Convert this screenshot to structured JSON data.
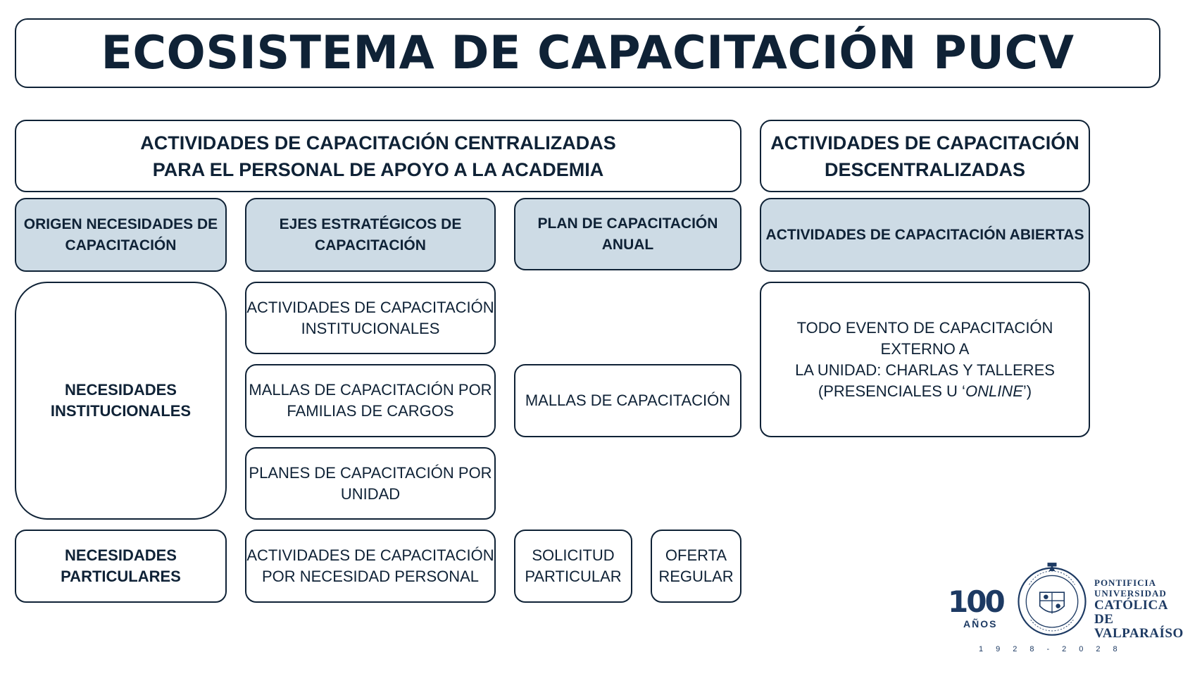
{
  "title": "ECOSISTEMA DE CAPACITACIÓN PUCV",
  "centralized": {
    "header_line1": "ACTIVIDADES DE CAPACITACIÓN CENTRALIZADAS",
    "header_line2": "PARA EL PERSONAL DE APOYO A LA ACADEMIA",
    "columns": {
      "origin": {
        "line1": "ORIGEN NECESIDADES DE",
        "line2": "CAPACITACIÓN"
      },
      "axes": {
        "line1": "EJES ESTRATÉGICOS DE",
        "line2": "CAPACITACIÓN"
      },
      "plan": {
        "line1": "PLAN DE CAPACITACIÓN",
        "line2": "ANUAL"
      }
    },
    "institutional_needs": {
      "line1": "NECESIDADES",
      "line2": "INSTITUCIONALES"
    },
    "particular_needs": {
      "line1": "NECESIDADES",
      "line2": "PARTICULARES"
    },
    "axes_items": [
      {
        "line1": "ACTIVIDADES DE CAPACITACIÓN",
        "line2": "INSTITUCIONALES"
      },
      {
        "line1": "MALLAS DE CAPACITACIÓN POR",
        "line2": "FAMILIAS DE CARGOS"
      },
      {
        "line1": "PLANES DE CAPACITACIÓN POR",
        "line2": "UNIDAD"
      },
      {
        "line1": "ACTIVIDADES DE CAPACITACIÓN",
        "line2": "POR NECESIDAD PERSONAL"
      }
    ],
    "plan_items": {
      "mallas": "MALLAS DE CAPACITACIÓN",
      "solicitud": {
        "line1": "SOLICITUD",
        "line2": "PARTICULAR"
      },
      "oferta": {
        "line1": "OFERTA",
        "line2": "REGULAR"
      }
    }
  },
  "decentralized": {
    "header_line1": "ACTIVIDADES DE CAPACITACIÓN",
    "header_line2": "DESCENTRALIZADAS",
    "sub_header": "ACTIVIDADES DE CAPACITACIÓN ABIERTAS",
    "description_line1": "TODO EVENTO DE CAPACITACIÓN EXTERNO A",
    "description_line2": "LA UNIDAD: CHARLAS Y TALLERES",
    "description_line3_start": "(PRESENCIALES U ‘",
    "description_line3_italic": "ONLINE",
    "description_line3_end": "’)"
  },
  "logo": {
    "hundred": "100",
    "anos": "AÑOS",
    "line1": "PONTIFICIA",
    "line2": "UNIVERSIDAD",
    "line3": "CATÓLICA DE",
    "line4": "VALPARAÍSO",
    "years": "1928-2028"
  },
  "colors": {
    "border": "#0f2236",
    "shaded_fill": "#cddbe5",
    "logo_blue": "#1d3a63"
  }
}
